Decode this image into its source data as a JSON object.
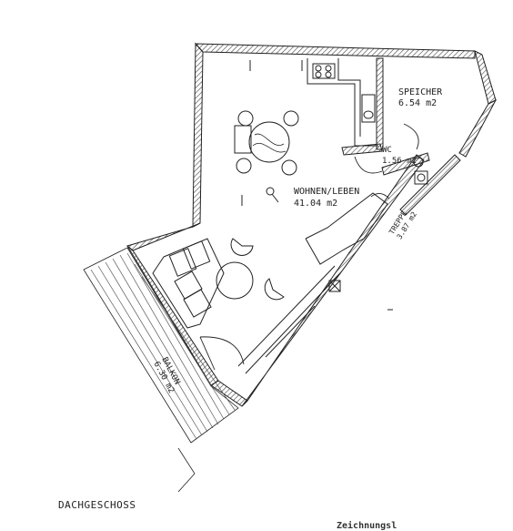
{
  "rooms": {
    "speicher": {
      "name": "SPEICHER",
      "area": "6.54 m2"
    },
    "wc": {
      "name": "WC",
      "area": "1.56 m2"
    },
    "wohnen": {
      "name": "WOHNEN/LEBEN",
      "area": "41.04 m2"
    },
    "treppe": {
      "name": "TREPPE",
      "area": "3.87 m2"
    },
    "balkon": {
      "name": "BALKON",
      "area": "6.30 m2"
    }
  },
  "footer": {
    "floor_label": "DACHGESCHOSS",
    "cut_text": "Zeichnungsl"
  },
  "colors": {
    "line": "#222222",
    "hatch": "#555555",
    "background": "#ffffff"
  }
}
